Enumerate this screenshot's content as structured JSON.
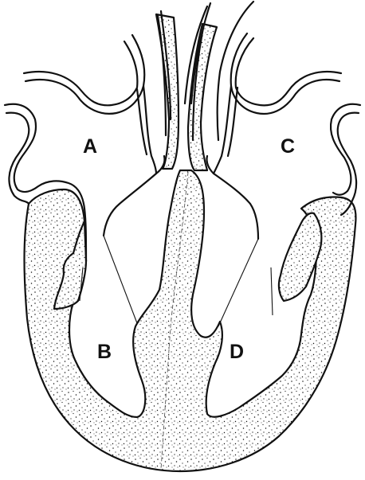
{
  "labels": {
    "a": "A",
    "b": "B",
    "c": "C",
    "d": "D"
  },
  "colors": {
    "ink": "#111111",
    "background": "#ffffff"
  }
}
